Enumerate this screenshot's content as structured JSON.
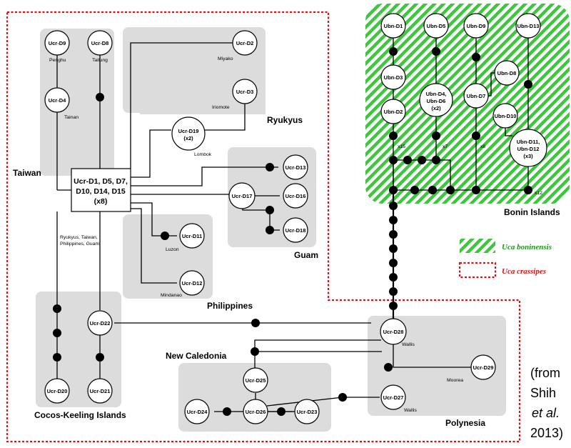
{
  "regions": {
    "taiwan": "Taiwan",
    "ryukyus": "Ryukyus",
    "philippines": "Philippines",
    "guam": "Guam",
    "cocos": "Cocos-Keeling Islands",
    "new_caledonia": "New Caledonia",
    "polynesia": "Polynesia",
    "bonin": "Bonin Islands"
  },
  "hub": {
    "line1": "Ucr-D1, D5, D7,",
    "line2": "D10, D14, D15",
    "line3": "(x8)",
    "note1": "Ryukyus, Taiwan,",
    "note2": "Philippines, Guam"
  },
  "nodes": {
    "ucr_d9": "Ucr-D9",
    "ucr_d8": "Ucr-D8",
    "ucr_d4": "Ucr-D4",
    "ucr_d2": "Ucr-D2",
    "ucr_d3": "Ucr-D3",
    "ucr_d19": "Ucr-D19",
    "ucr_d19_count": "(x2)",
    "ucr_d13": "Ucr-D13",
    "ucr_d17": "Ucr-D17",
    "ucr_d16": "Ucr-D16",
    "ucr_d18": "Ucr-D18",
    "ucr_d11": "Ucr-D11",
    "ucr_d12": "Ucr-D12",
    "ucr_d22": "Ucr-D22",
    "ucr_d20": "Ucr-D20",
    "ucr_d21": "Ucr-D21",
    "ucr_d28": "Ucr-D28",
    "ucr_d29": "Ucr-D29",
    "ucr_d27": "Ucr-D27",
    "ucr_d25": "Ucr-D25",
    "ucr_d24": "Ucr-D24",
    "ucr_d26": "Ucr-D26",
    "ucr_d23": "Ucr-D23",
    "ubn_d1": "Ubn-D1",
    "ubn_d5": "Ubn-D5",
    "ubn_d9": "Ubn-D9",
    "ubn_d13": "Ubn-D13",
    "ubn_d3": "Ubn-D3",
    "ubn_d2": "Ubn-D2",
    "ubn_d4_l1": "Ubn-D4,",
    "ubn_d4_l2": "Ubn-D6",
    "ubn_d4_l3": "(x2)",
    "ubn_d7": "Ubn-D7",
    "ubn_d8": "Ubn-D8",
    "ubn_d10": "Ubn-D10",
    "ubn_d11_l1": "Ubn-D11,",
    "ubn_d11_l2": "Ubn-D12",
    "ubn_d11_l3": "(x3)"
  },
  "places": {
    "penghu": "Penghu",
    "taitung": "Taitung",
    "tainan": "Tainan",
    "miyako": "Miyako",
    "iriomote": "Iriomote",
    "lombok": "Lombok",
    "luzon": "Luzon",
    "mindanao": "Mindanao",
    "wallis_d28": "Wallis",
    "wallis_d27": "Wallis",
    "moorea": "Moorea"
  },
  "counts": {
    "x15": "x15",
    "x7": "x7",
    "x8": "x8",
    "x12": "x12"
  },
  "legend": {
    "boninensis": "Uca boninensis",
    "crassipes": "Uca crassipes",
    "boninensis_color": "#3ec63e",
    "crassipes_color": "#dd1111"
  },
  "citation": {
    "line1": "(from",
    "line2": "Shih",
    "line3": "et al.",
    "line4": "2013)"
  }
}
